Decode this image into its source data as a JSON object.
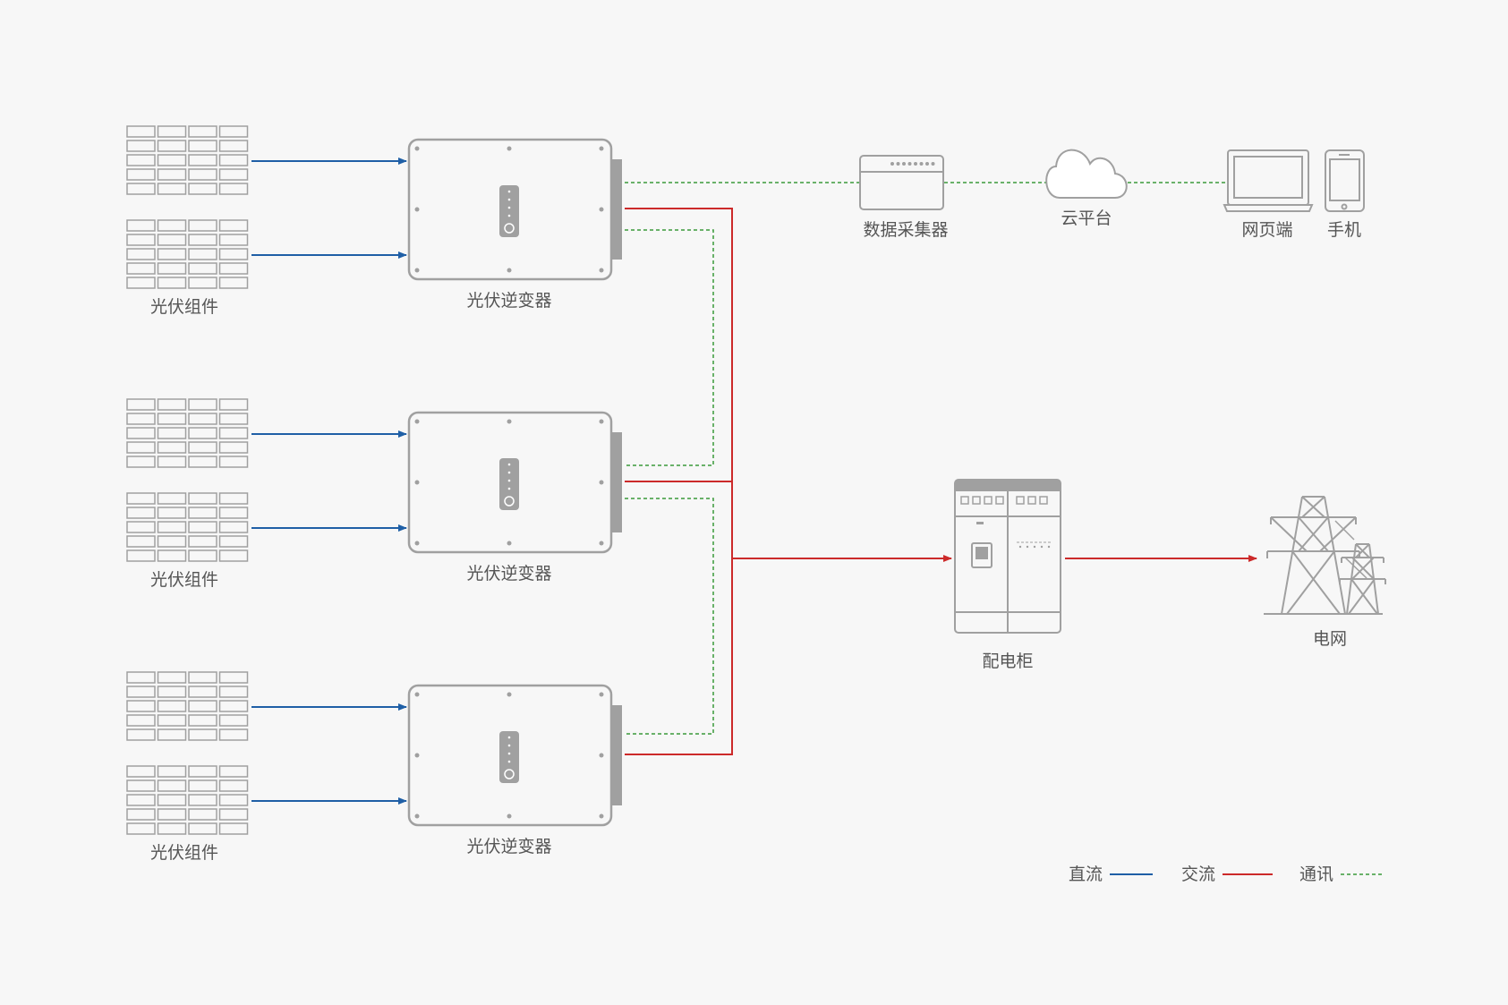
{
  "labels": {
    "pv_module": "光伏组件",
    "inverter": "光伏逆变器",
    "data_collector": "数据采集器",
    "cloud": "云平台",
    "web": "网页端",
    "phone": "手机",
    "cabinet": "配电柜",
    "grid": "电网"
  },
  "legend": [
    {
      "label": "直流",
      "color": "#1f5fa6",
      "style": "solid"
    },
    {
      "label": "交流",
      "color": "#cc2a2a",
      "style": "solid"
    },
    {
      "label": "通讯",
      "color": "#3a9a3a",
      "style": "dashed"
    }
  ],
  "colors": {
    "dc": "#1f5fa6",
    "ac": "#cc2a2a",
    "comm": "#3a9a3a",
    "device": "#a0a0a0",
    "background": "#f7f7f7"
  }
}
